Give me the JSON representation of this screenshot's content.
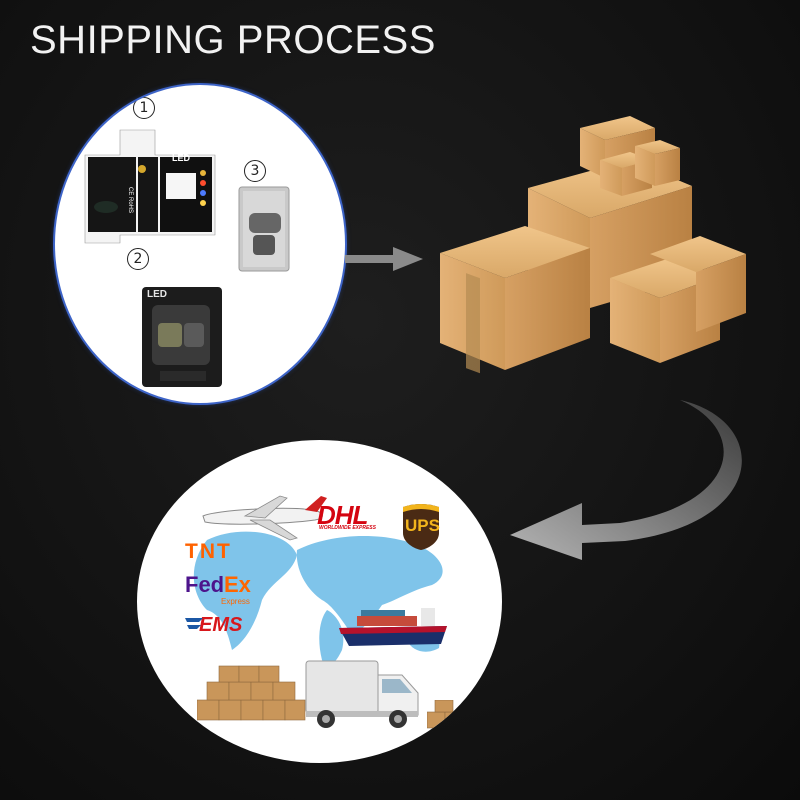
{
  "page": {
    "title": "SHIPPING PROCESS"
  },
  "packaging": {
    "steps": [
      "1",
      "2",
      "3"
    ],
    "box_print": {
      "brand": "LED",
      "certification": "CE RoHS"
    },
    "blister_label": "LED"
  },
  "carriers": {
    "dhl": {
      "name": "DHL",
      "tagline": "WORLDWIDE EXPRESS"
    },
    "ups": {
      "name": "UPS"
    },
    "tnt": {
      "name": "TNT"
    },
    "fedex": {
      "name_fed": "Fed",
      "name_ex": "Ex",
      "tagline": "Express"
    },
    "ems": {
      "name": "EMS"
    }
  },
  "colors": {
    "background": "#111111",
    "cardboard": "#d9a868",
    "dhl_red": "#d40511",
    "ups_brown": "#4a2a14",
    "fedex_purple": "#4d148c",
    "fedex_orange": "#ff6600",
    "tnt_orange": "#ff6200",
    "map_blue": "#7fc4ea"
  }
}
